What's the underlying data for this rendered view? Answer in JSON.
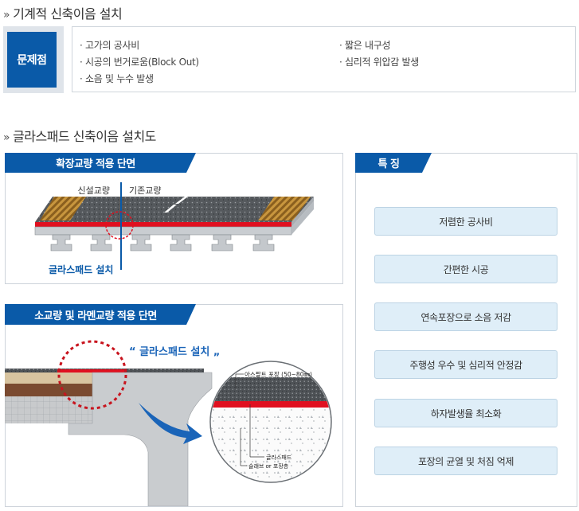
{
  "section1": {
    "marker": "»",
    "title": "기계적 신축이음 설치",
    "problem_label": "문제점",
    "problems_left": [
      "· 고가의 공사비",
      "· 시공의 번거로움(Block Out)",
      "· 소음 및 누수 발생"
    ],
    "problems_right": [
      "· 짧은 내구성",
      "· 심리적 위압감 발생"
    ]
  },
  "section2": {
    "marker": "»",
    "title": "글라스패드 신축이음 설치도"
  },
  "panel_expansion": {
    "tab": "확장교량 적용 단면",
    "label_new": "신설교량",
    "label_existing": "기존교량",
    "install_label": "글라스패드 설치"
  },
  "panel_small": {
    "tab": "소교량 및 라멘교량 적용 단면",
    "callout": "“ 글라스패드 설치 „",
    "asphalt_label": "아스팔트 포장 (50~80㎜)",
    "pad_label": "글라스패드",
    "slab_label": "슬래브 or 포장층"
  },
  "features": {
    "tab": "특 징",
    "items": [
      "저렴한 공사비",
      "간편한 시공",
      "연속포장으로 소음 저감",
      "주행성 우수 및 심리적 안정감",
      "하자발생율 최소화",
      "포장의 균열 및 처짐 억제"
    ]
  },
  "colors": {
    "primary_blue": "#0a5aa8",
    "feature_bg": "#dfeef8",
    "pad_red": "#e0101e"
  }
}
